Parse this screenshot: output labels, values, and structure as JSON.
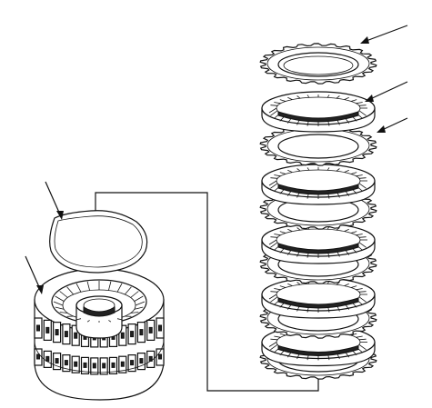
{
  "figure": {
    "background": "#ffffff",
    "ink": "#111111",
    "components": [
      "clutch-housing-drum",
      "snap-ring",
      "clutch-pack-stack",
      "reaction-plate",
      "friction-plate",
      "steel-plate",
      "leader-arrows",
      "assembly-connector-line"
    ],
    "clutch_pack": {
      "lugged_plates": 6,
      "friction_plates": 5
    }
  }
}
